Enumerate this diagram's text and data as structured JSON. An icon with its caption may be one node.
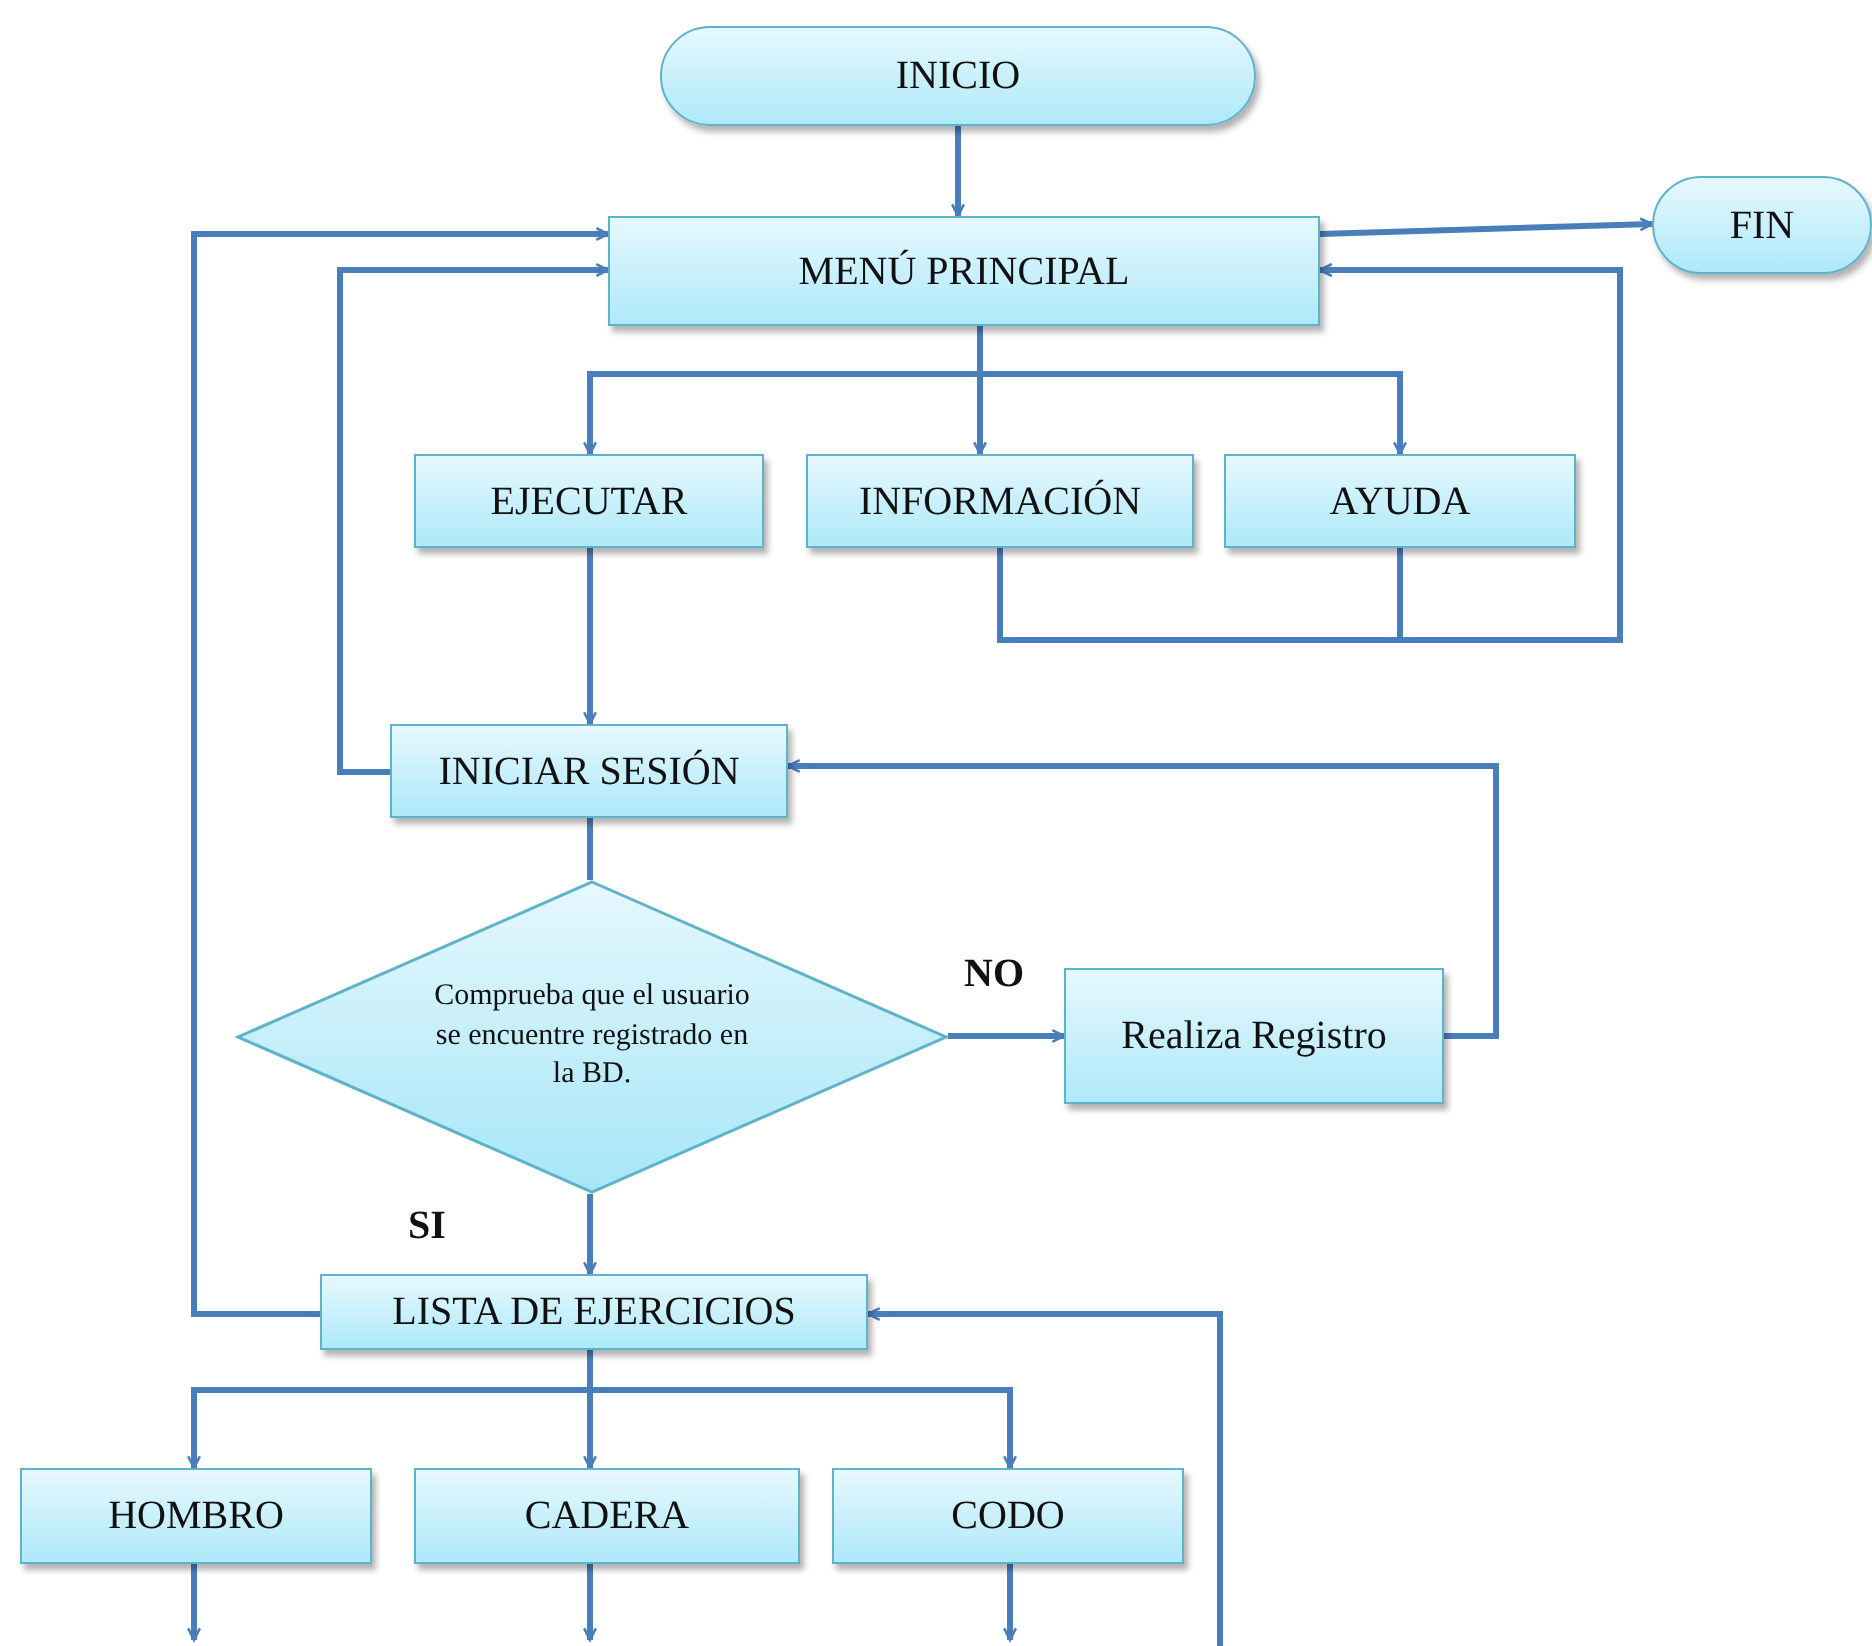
{
  "diagram": {
    "nodes": [
      {
        "text": [
          "INICIO"
        ]
      },
      {
        "text": [
          "MENÚ PRINCIPAL"
        ]
      },
      {
        "text": [
          "FIN"
        ]
      },
      {
        "text": [
          "EJECUTAR"
        ]
      },
      {
        "text": [
          "INFORMACIÓN"
        ]
      },
      {
        "text": [
          "AYUDA"
        ]
      },
      {
        "text": [
          "INICIAR SESIÓN"
        ]
      },
      {
        "text": [
          "Comprueba que el usuario se encuentre registrado en la BD."
        ]
      },
      {
        "text": [
          "Realiza Registro"
        ]
      },
      {
        "text": [
          "LISTA DE EJERCICIOS"
        ]
      },
      {
        "text": [
          "HOMBRO"
        ]
      },
      {
        "text": [
          "CADERA"
        ]
      },
      {
        "text": [
          "CODO"
        ]
      }
    ],
    "edges": [
      {
        "from": 0,
        "to": 1,
        "arrow": "to"
      },
      {
        "from": 1,
        "to": 2,
        "arrow": "to"
      },
      {
        "from": 1,
        "to": 3,
        "arrow": "to"
      },
      {
        "from": 1,
        "to": 4,
        "arrow": "to"
      },
      {
        "from": 1,
        "to": 5,
        "arrow": "to"
      },
      {
        "from": 3,
        "to": 6,
        "arrow": "to"
      },
      {
        "from": 4,
        "to": 1,
        "arrow": "to"
      },
      {
        "from": 5,
        "to": 1,
        "arrow": "to"
      },
      {
        "from": 6,
        "to": 1,
        "arrow": "to"
      },
      {
        "from": 6,
        "to": 7,
        "arrow": "none"
      },
      {
        "from": 7,
        "to": 8,
        "arrow": "to",
        "label": "NO"
      },
      {
        "from": 8,
        "to": 6,
        "arrow": "to"
      },
      {
        "from": 7,
        "to": 9,
        "arrow": "to",
        "label": "SI"
      },
      {
        "from": 9,
        "to": 1,
        "arrow": "to"
      },
      {
        "from": 9,
        "to": 10,
        "arrow": "to"
      },
      {
        "from": 9,
        "to": 11,
        "arrow": "to"
      },
      {
        "from": 9,
        "to": 12,
        "arrow": "to"
      },
      {
        "from": 10,
        "to": null,
        "arrow": "to"
      },
      {
        "from": 11,
        "to": null,
        "arrow": "to"
      },
      {
        "from": 12,
        "to": null,
        "arrow": "to"
      },
      {
        "from": null,
        "to": 9,
        "arrow": "to"
      }
    ]
  }
}
